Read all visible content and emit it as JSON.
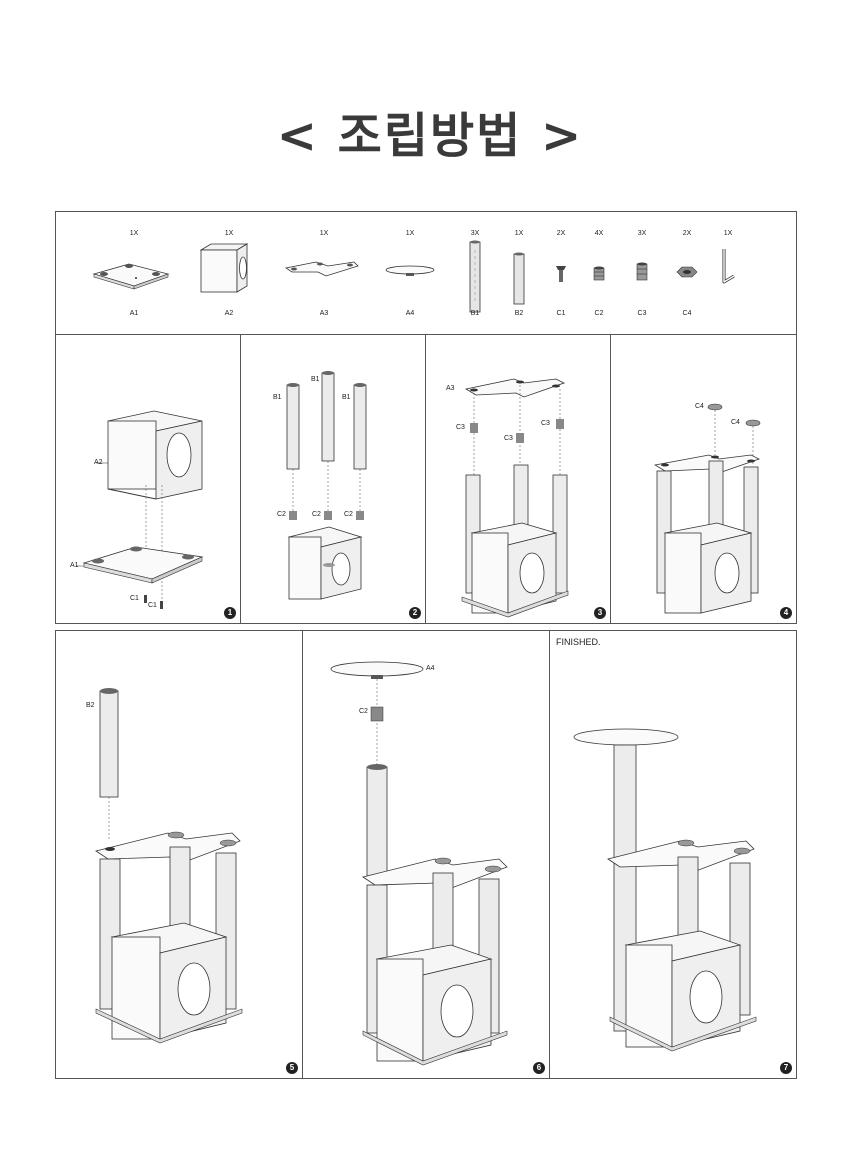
{
  "title": "< 조립방법 >",
  "parts": [
    {
      "qty": "1X",
      "code": "A1",
      "icon": "base-board-icon"
    },
    {
      "qty": "1X",
      "code": "A2",
      "icon": "cube-house-icon"
    },
    {
      "qty": "1X",
      "code": "A3",
      "icon": "l-shelf-icon"
    },
    {
      "qty": "1X",
      "code": "A4",
      "icon": "round-platform-icon"
    },
    {
      "qty": "3X",
      "code": "B1",
      "icon": "long-post-icon"
    },
    {
      "qty": "1X",
      "code": "B2",
      "icon": "short-post-icon"
    },
    {
      "qty": "2X",
      "code": "C1",
      "icon": "screw-icon"
    },
    {
      "qty": "4X",
      "code": "C2",
      "icon": "connector-icon"
    },
    {
      "qty": "3X",
      "code": "C3",
      "icon": "long-connector-icon"
    },
    {
      "qty": "2X",
      "code": "C4",
      "icon": "nut-icon"
    },
    {
      "qty": "1X",
      "code": "",
      "icon": "allen-key-icon"
    }
  ],
  "steps": [
    {
      "number": "1",
      "labels": [
        "A2",
        "A1",
        "C1",
        "C1"
      ]
    },
    {
      "number": "2",
      "labels": [
        "B1",
        "B1",
        "B1",
        "C2",
        "C2",
        "C2"
      ]
    },
    {
      "number": "3",
      "labels": [
        "A3",
        "C3",
        "C3",
        "C3"
      ]
    },
    {
      "number": "4",
      "labels": [
        "C4",
        "C4"
      ]
    },
    {
      "number": "5",
      "labels": [
        "B2"
      ]
    },
    {
      "number": "6",
      "labels": [
        "A4",
        "C2"
      ]
    },
    {
      "number": "7",
      "labels": []
    }
  ],
  "finished_label": "FINISHED."
}
